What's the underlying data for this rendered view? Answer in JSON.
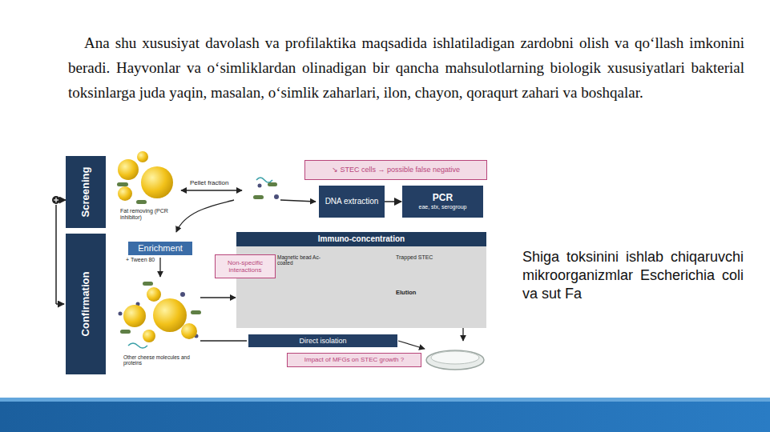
{
  "diagram": {
    "nodes": [
      {
        "text": [
          "Screening"
        ]
      },
      {
        "text": [
          "↘ STEC cells  → possible false negative"
        ]
      },
      {
        "text": [
          "DNA extraction"
        ]
      },
      {
        "text": [
          "PCR",
          "eae, stx, serogroup"
        ]
      },
      {
        "text": [
          "Confirmation"
        ]
      },
      {
        "text": [
          "Enrichment"
        ]
      },
      {
        "text": [
          "Immuno-concentration"
        ]
      },
      {
        "text": [
          "Non-specific interactions"
        ]
      },
      {
        "text": [
          "Direct isolation"
        ]
      },
      {
        "text": [
          "Impact of MFGs on STEC growth ?"
        ]
      }
    ],
    "edges": [
      {
        "from": 2,
        "to": 3,
        "arrow": "to"
      }
    ],
    "labels": [
      "Ana shu xususiyat davolash va profilaktika maqsadida ishlatiladigan zardobni olish va qo‘llash imkonini beradi. Hayvonlar va o‘simliklardan olinadigan bir qancha mahsulotlarning biologik xususiyatlari bakterial toksinlarga juda yaqin, masalan, o‘simlik zaharlari, ilon, chayon, qoraqurt zahari va boshqalar.",
      "Pellet fraction",
      "Fat removing (PCR inhibitor)",
      "+ Tween 80",
      "Magnetic bead Ac-coated",
      "Trapped STEC",
      "Elution",
      "Other cheese molecules and proteins",
      "Shiga toksinini ishlab chiqaruvchi mikroorganizmlar Escherichia coli va sut Fa"
    ]
  }
}
